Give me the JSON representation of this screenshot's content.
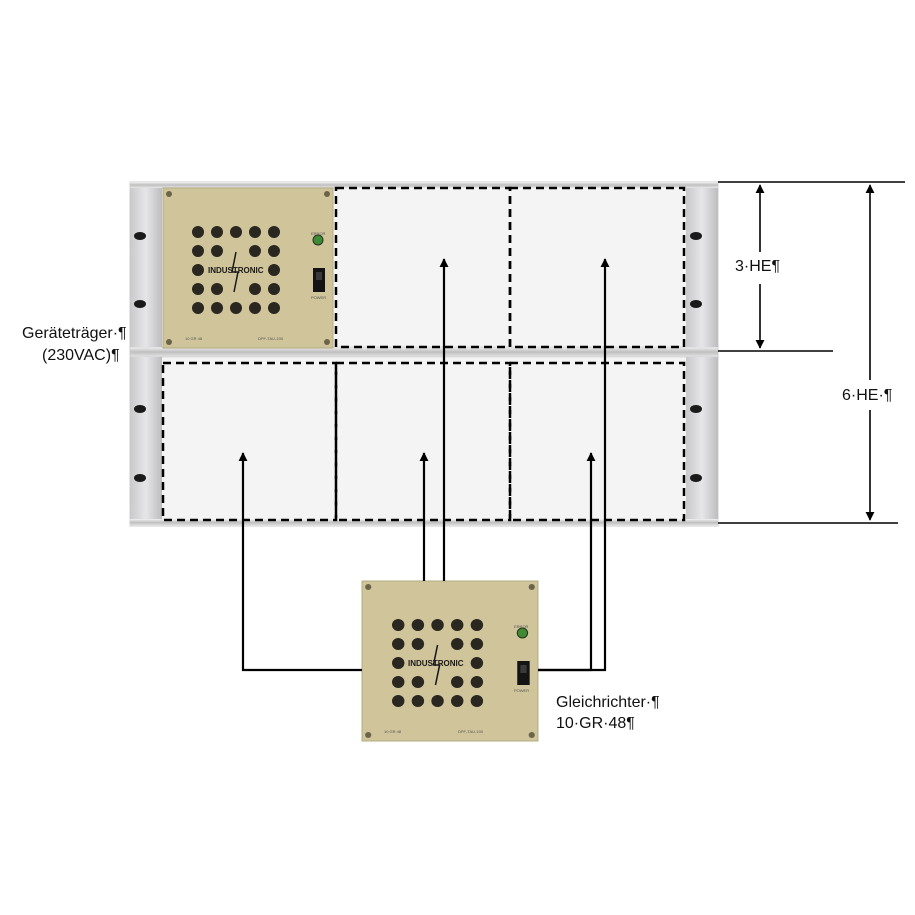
{
  "labels": {
    "rack": [
      "Geräteträger·¶",
      "(230VAC)¶"
    ],
    "he3": "3·HE¶",
    "he6": "6·HE·¶",
    "rectifier": [
      "Gleichrichter·¶",
      "10·GR·48¶"
    ]
  },
  "module": {
    "logo": "INDUSTRONIC",
    "led_label": "ERROR",
    "switch_label": "POWER",
    "footer_left": "10 GR 48",
    "footer_right": "DPF-TAU-100"
  },
  "colors": {
    "panel": "#cfc49a",
    "rail": "#d8d8d8",
    "line": "#000000",
    "led": "#3f8a35"
  }
}
